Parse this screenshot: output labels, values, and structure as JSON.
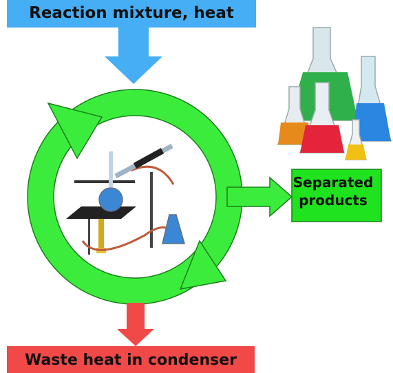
{
  "input": {
    "text": "Reaction mixture, heat",
    "color": "#45aef5"
  },
  "output": {
    "line1": "Separated",
    "line2": "products",
    "color": "#1fe31f"
  },
  "waste": {
    "text": "Waste heat in condenser",
    "color": "#f14848"
  },
  "cycle": {
    "color": "#3cec3c",
    "stroke": "#1a7f1a"
  },
  "images": {
    "apparatus": "distillation-apparatus-icon",
    "flasks": "colored-flasks-icon"
  }
}
